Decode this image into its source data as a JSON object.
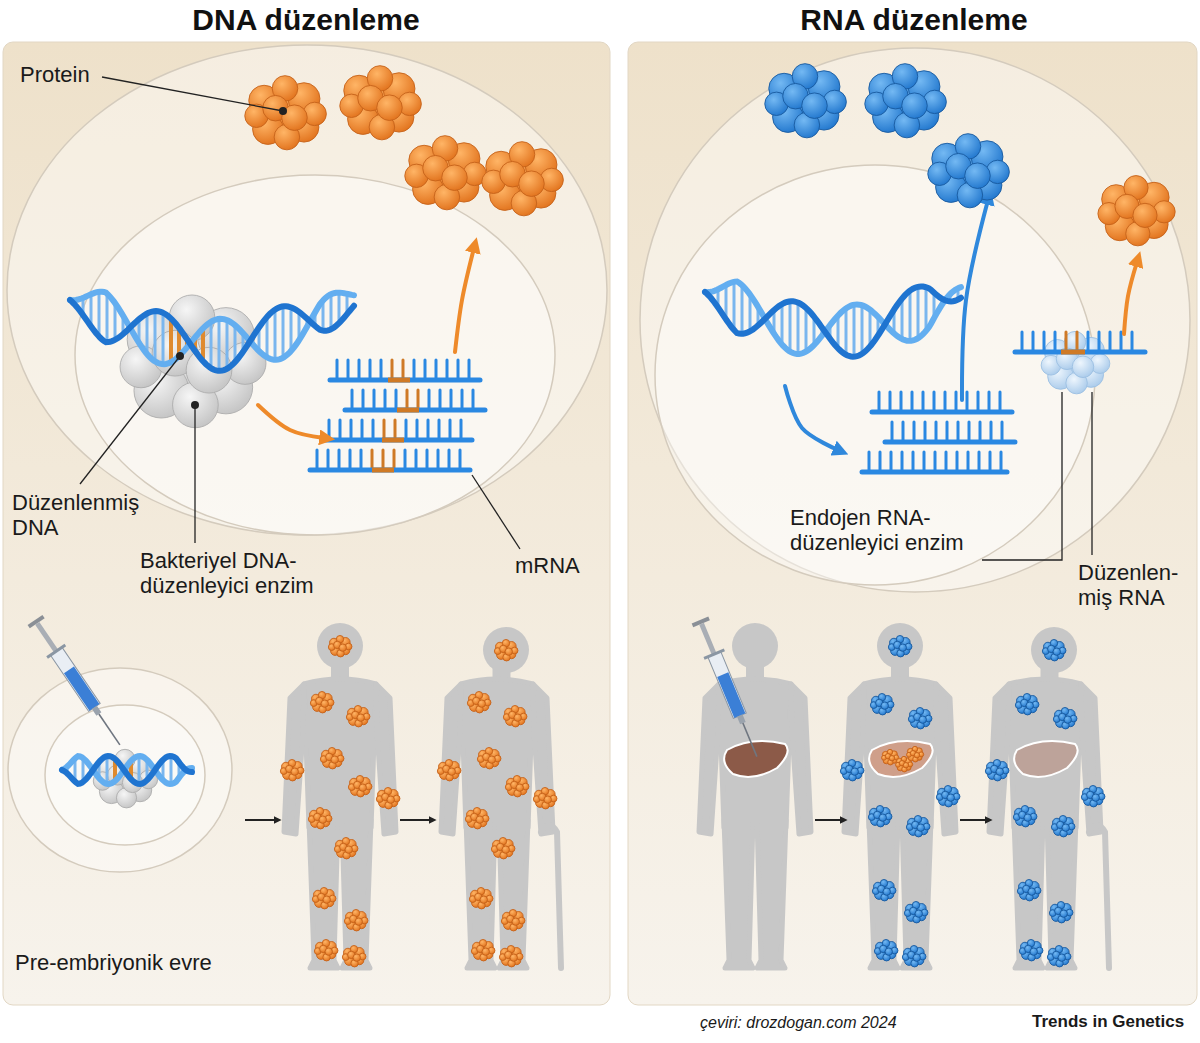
{
  "diagram": {
    "nodes": [
      {
        "text": [
          "DNA düzenleme"
        ]
      },
      {
        "text": [
          "RNA düzenleme"
        ]
      }
    ],
    "labels": [
      "Protein",
      "Düzenlenmiş DNA",
      "Bakteriyel DNA-düzenleyici enzim",
      "mRNA",
      "Pre-embriyonik evre",
      "Endojen RNA-düzenleyici enzim",
      "Düzenlen- miş RNA",
      "çeviri: drozdogan.com 2024",
      "Trends in Genetics"
    ]
  }
}
